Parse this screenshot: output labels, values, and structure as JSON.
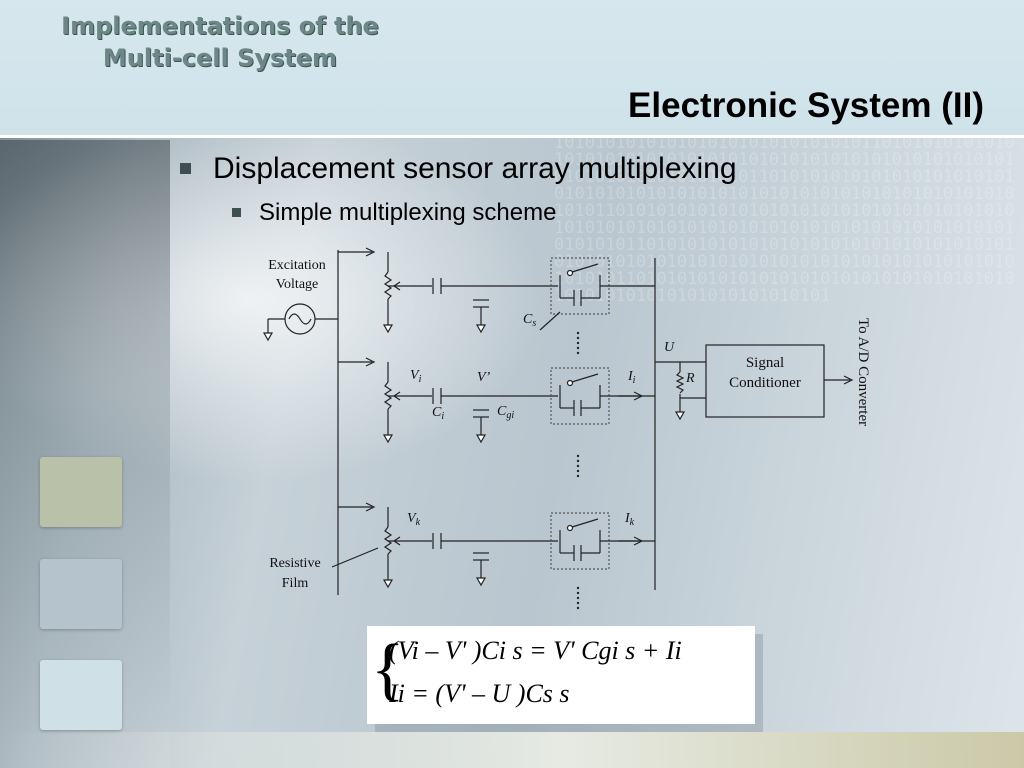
{
  "header": {
    "section_title_line1": "Implementations of the",
    "section_title_line2": "Multi-cell System",
    "slide_title": "Electronic System (II)"
  },
  "background_binary": "101010101010101010101010101010110101010101010101010101010101010101010101010101010101010101010101010101010101011010101010101010101010101010101010101010101010101010101010101010101010101011010101010101010101010101010101010101010101010101010101010101010101010101010101010101010101011010101010101010101010101010101010101010101010101010101010101010101010101010101010101010110101010101010101010101010101010101010101010101010101010101010101",
  "bullets": {
    "level1": "Displacement sensor array multiplexing",
    "level2": "Simple multiplexing scheme"
  },
  "circuit": {
    "excitation_line1": "Excitation",
    "excitation_line2": "Voltage",
    "resistive_line1": "Resistive",
    "resistive_line2": "Film",
    "signal_line1": "Signal",
    "signal_line2": "Conditioner",
    "to_ad": "To A/D Converter",
    "label_U": "U",
    "label_R": "R",
    "label_Cs": "C",
    "label_Cs_sub": "s",
    "label_Vi": "V",
    "label_Vi_sub": "i",
    "label_Vprime": "V’",
    "label_Ii": "I",
    "label_Ii_sub": "i",
    "label_Ci": "C",
    "label_Ci_sub": "i",
    "label_Cgi": "C",
    "label_Cgi_sub": "gi",
    "label_Vk": "V",
    "label_Vk_sub": "k",
    "label_Ik": "I",
    "label_Ik_sub": "k"
  },
  "equations": {
    "eq1": "(Vi – V' )Ci s = V' Cgi s + Ii",
    "eq2": "Ii = (V' – U )Cs s"
  },
  "colors": {
    "swatch1": "#b9c2a8",
    "swatch2": "#b5c4cc",
    "swatch3": "#cfe1e6"
  }
}
